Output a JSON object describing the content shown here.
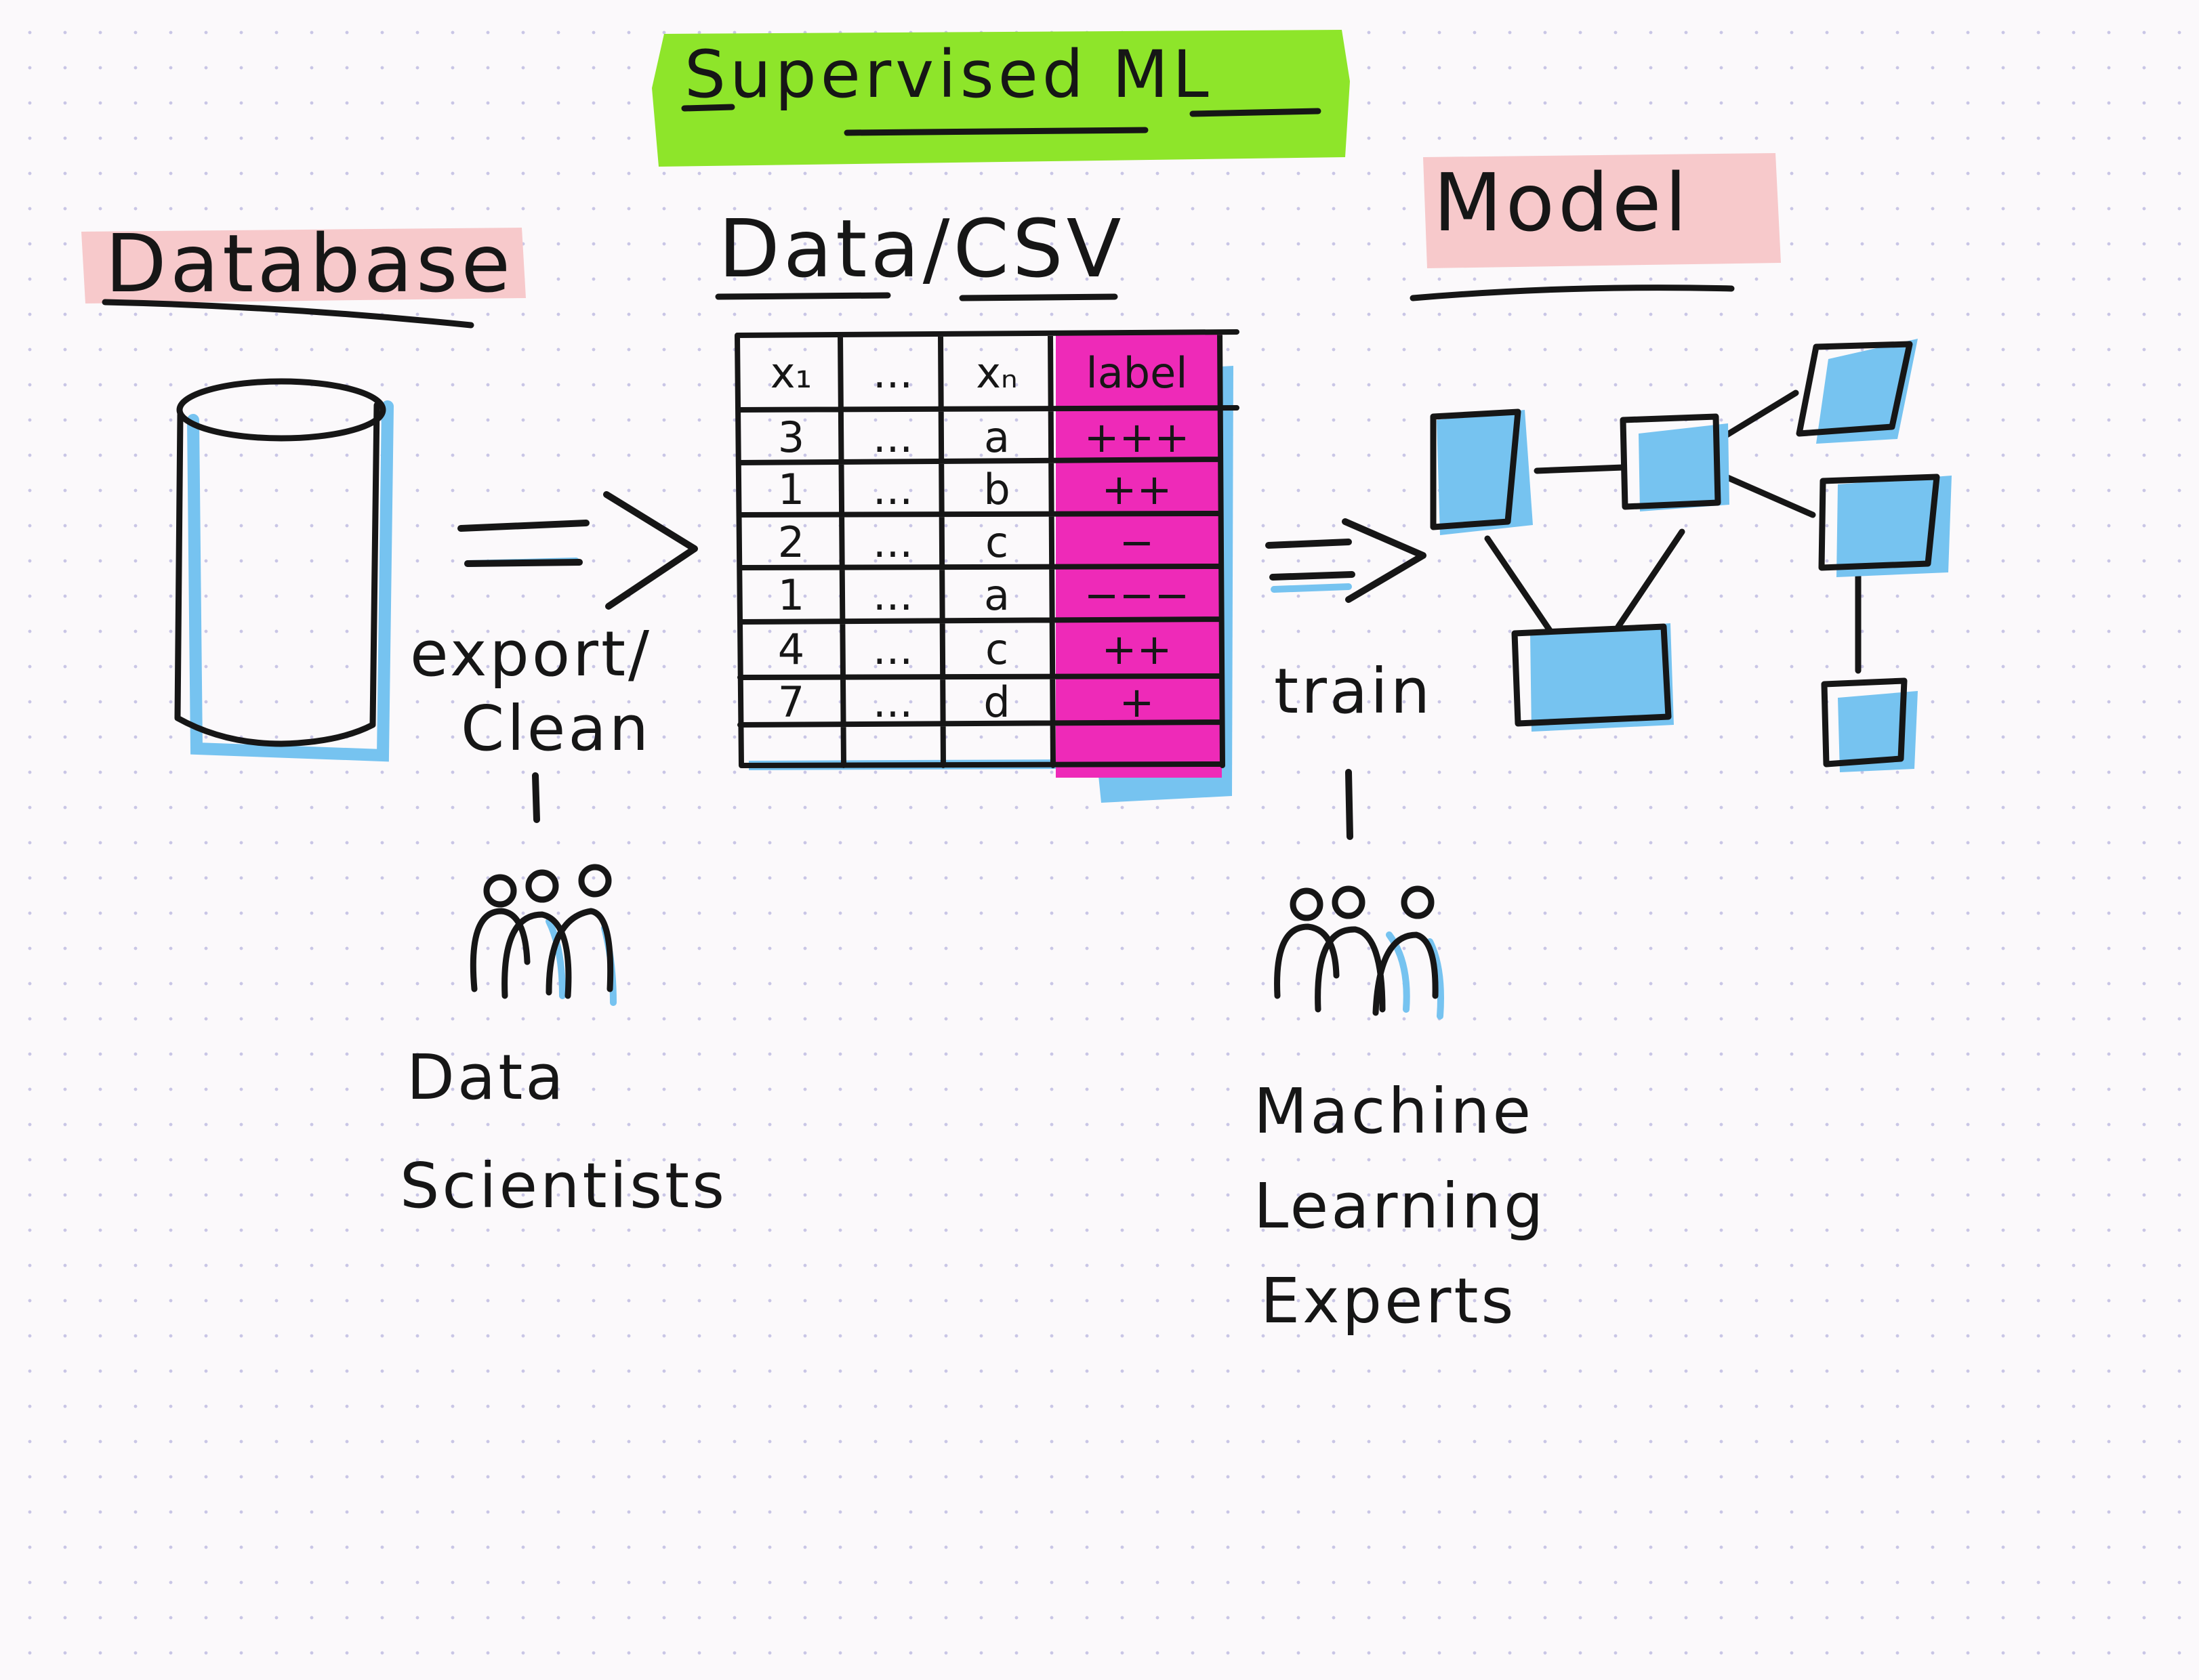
{
  "title": "Supervised ML",
  "stages": {
    "database": {
      "heading": "Database"
    },
    "data": {
      "heading": "Data/CSV"
    },
    "model": {
      "heading": "Model"
    }
  },
  "arrows": {
    "export": {
      "label_lines": [
        "export/",
        "Clean"
      ]
    },
    "train": {
      "label_lines": [
        "train"
      ]
    }
  },
  "actors": {
    "data_scientists": {
      "label_lines": [
        "Data",
        "Scientists"
      ]
    },
    "ml_experts": {
      "label_lines": [
        "Machine",
        "Learning",
        "Experts"
      ]
    }
  },
  "table": {
    "headers": [
      "x₁",
      "...",
      "xₙ",
      "label"
    ],
    "rows": [
      [
        "3",
        "...",
        "a",
        "+++"
      ],
      [
        "1",
        "...",
        "b",
        "++"
      ],
      [
        "2",
        "...",
        "c",
        "−"
      ],
      [
        "1",
        "...",
        "a",
        "−−−"
      ],
      [
        "4",
        "...",
        "c",
        "++"
      ],
      [
        "7",
        "...",
        "d",
        "+"
      ]
    ]
  },
  "colors": {
    "title_highlight": "#8ee52a",
    "heading_highlight": "#f7c9cb",
    "label_column": "#ee2ab8",
    "shadow": "#76c3f0",
    "node_blue": "#5cb2ec",
    "node_green": "#36dc58",
    "node_yellow": "#f6ec22",
    "node_orange": "#f9a017",
    "node_gray": "#c0bcc2",
    "node_purple": "#a89ad6"
  }
}
